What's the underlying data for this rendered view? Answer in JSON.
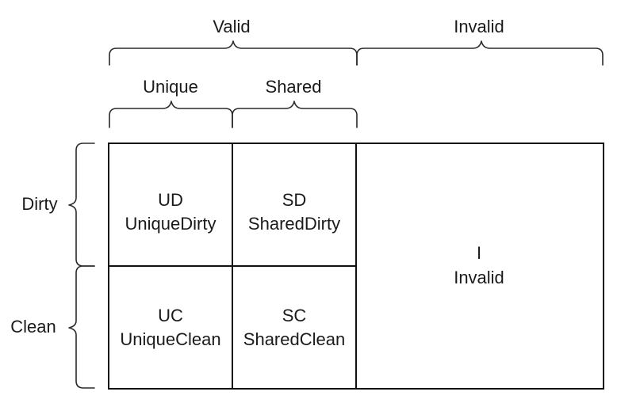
{
  "headers": {
    "valid": "Valid",
    "invalid": "Invalid",
    "unique": "Unique",
    "shared": "Shared",
    "dirty": "Dirty",
    "clean": "Clean"
  },
  "cells": {
    "ud": {
      "abbr": "UD",
      "name": "UniqueDirty"
    },
    "sd": {
      "abbr": "SD",
      "name": "SharedDirty"
    },
    "uc": {
      "abbr": "UC",
      "name": "UniqueClean"
    },
    "sc": {
      "abbr": "SC",
      "name": "SharedClean"
    },
    "i": {
      "abbr": "I",
      "name": "Invalid"
    }
  }
}
